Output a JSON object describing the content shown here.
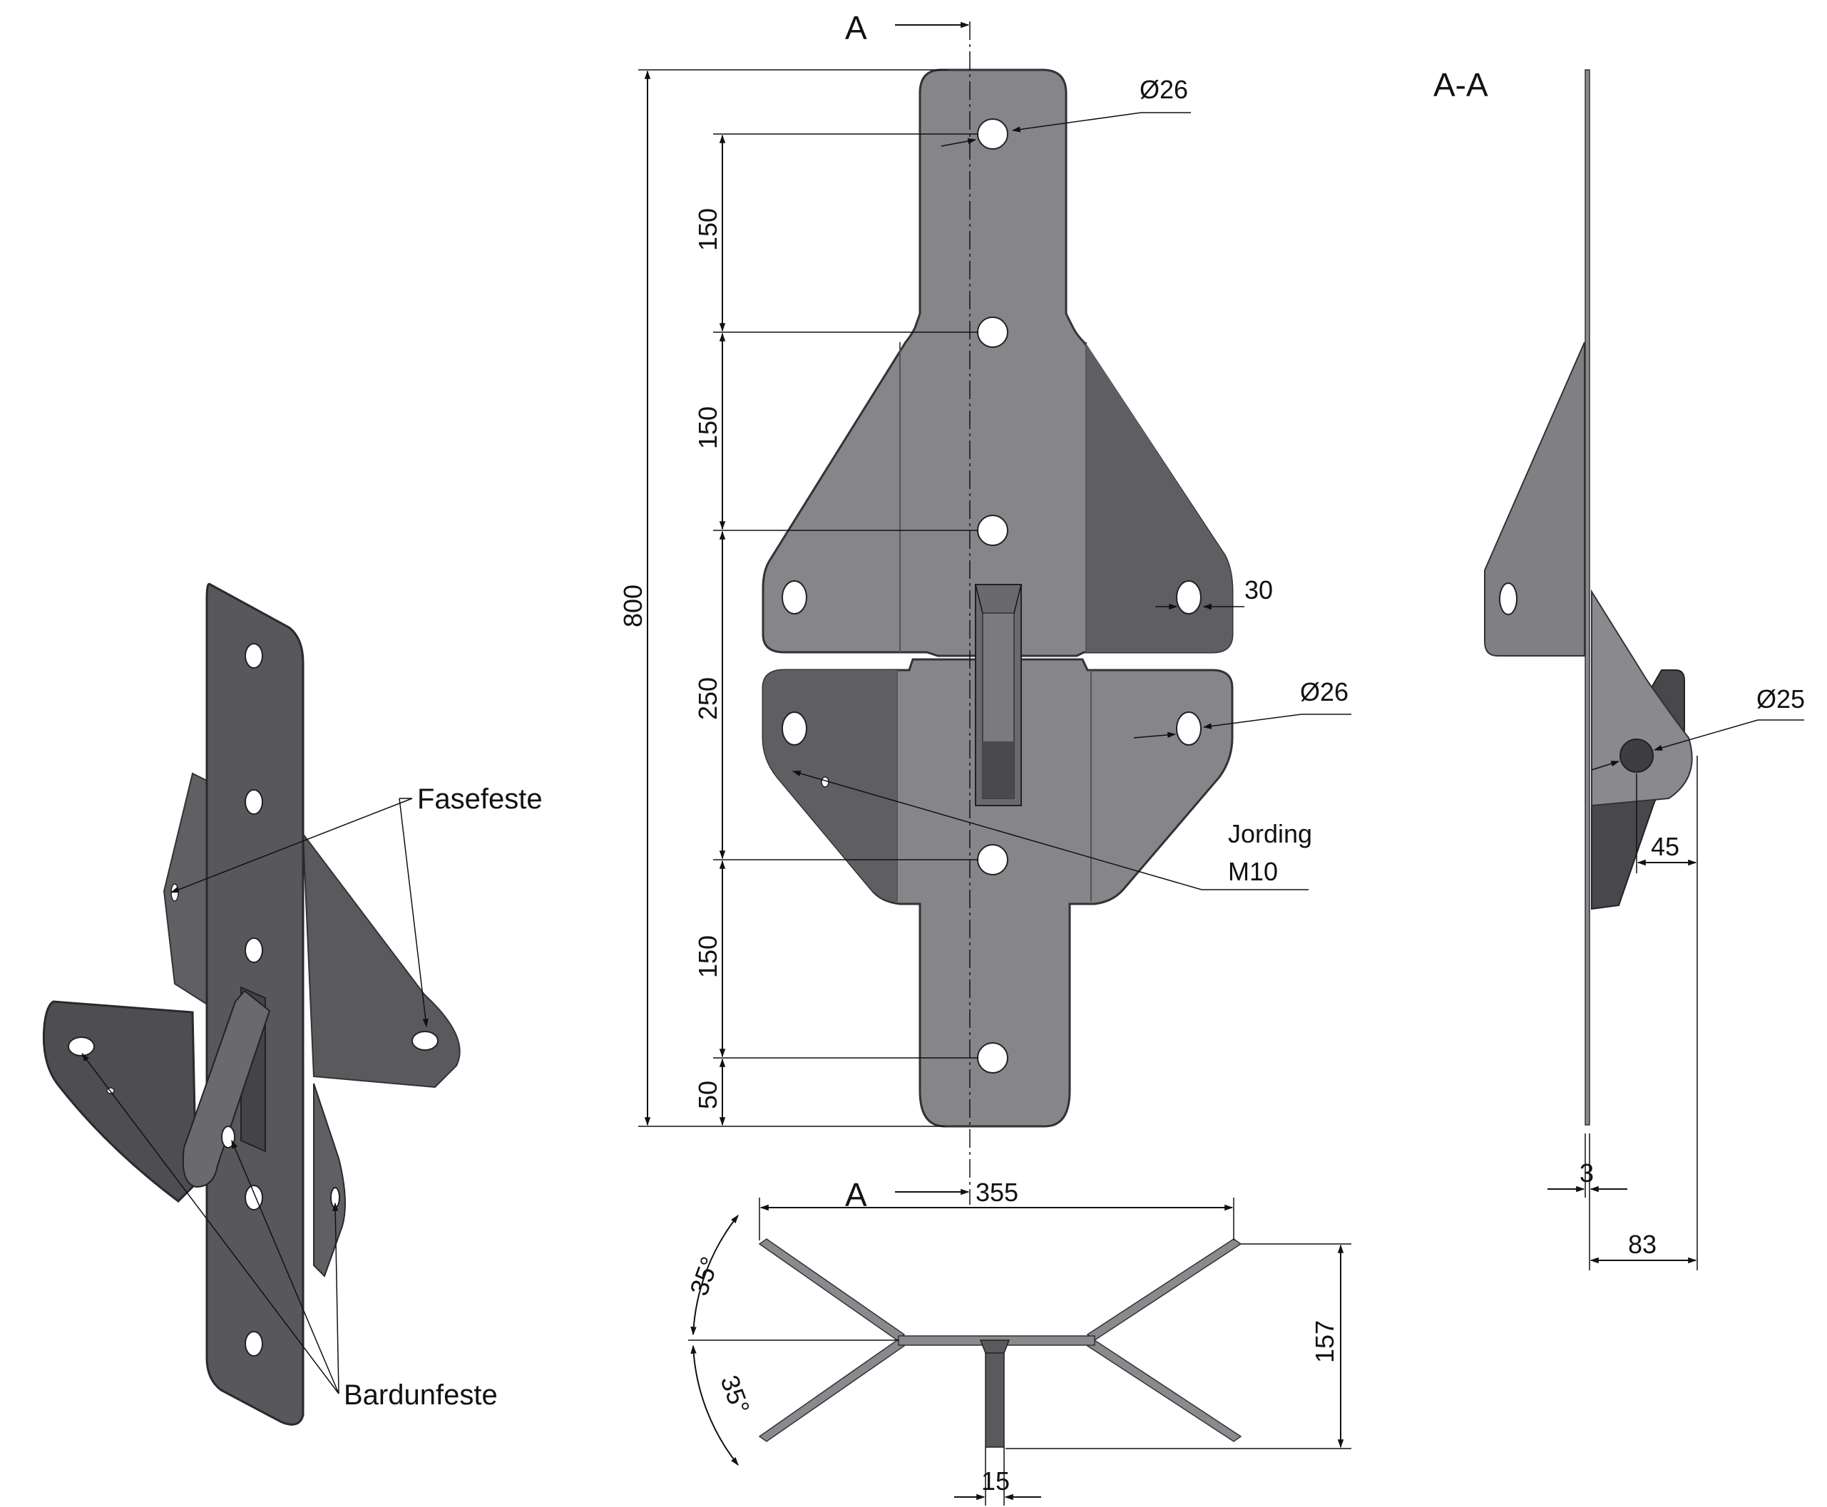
{
  "section_marks": {
    "top": "A",
    "bottom": "A",
    "section_title": "A-A"
  },
  "front_view": {
    "hole_top": "Ø26",
    "hole_ear": "30",
    "hole_lower": "Ø26",
    "height_total": "800",
    "spacings": [
      "150",
      "150",
      "250",
      "150",
      "50"
    ],
    "grounding": [
      "Jording",
      "M10"
    ]
  },
  "top_view": {
    "width": "355",
    "angle_upper": "35°",
    "angle_lower": "35°",
    "depth": "157",
    "lug_thickness": "15"
  },
  "side_view": {
    "lug_hole": "Ø25",
    "lug_offset": "45",
    "plate_thickness": "3",
    "projection": "83"
  },
  "iso_view": {
    "label_phase": "Fasefeste",
    "label_guy": "Bardunfeste"
  },
  "colors": {
    "plate": "#86868a",
    "plate_dark": "#606064",
    "plate_iso": "#56565a",
    "line": "#111111"
  }
}
